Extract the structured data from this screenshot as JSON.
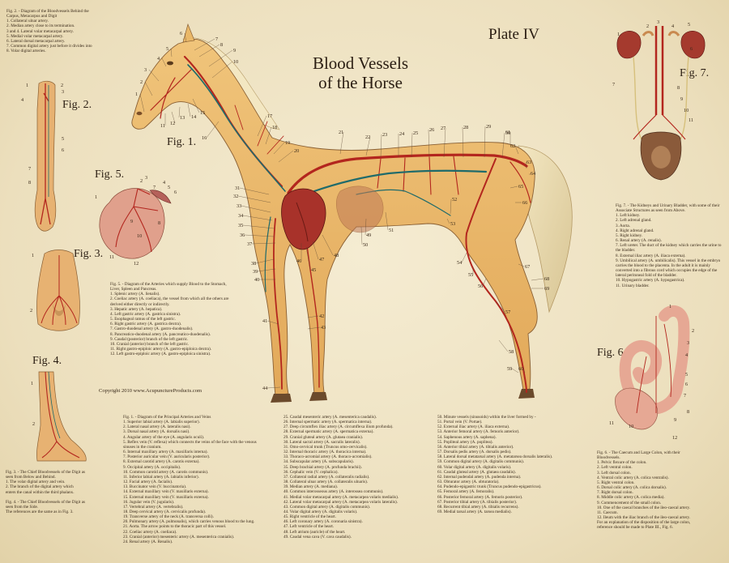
{
  "plate_label": "Plate IV",
  "title_line1": "Blood Vessels",
  "title_line2": "of the Horse",
  "copyright": "Copyright 2010 www.AcupunctureProducts.com",
  "figure_labels": {
    "fig1": "Fig. 1.",
    "fig2": "Fig. 2.",
    "fig3": "Fig. 3.",
    "fig4": "Fig. 4.",
    "fig5": "Fig. 5.",
    "fig6": "Fig. 6.",
    "fig7": "Fig. 7."
  },
  "fig2_caption": [
    "Fig. 2. - Diagram of the Bloodvessels Behind the",
    "Carpus, Metacarpus and Digit",
    "1. Collateral ulnar artery.",
    "2. Median artery close to its termination.",
    "3 and 4. Lateral volar metacarpal artery.",
    "5. Medial volar metacarpal artery.",
    "6. Lateral dorsal metacarpal artery.",
    "7. Common digital artery just before it divides into",
    "8. Volar digital arteries."
  ],
  "fig5_caption": [
    "Fig. 5. - Diagram of the Arteries which supply Blood to the Stomach,",
    "Liver, Spleen and Pancreas.",
    "1. Splenic artery (A. lienalis).",
    "2. Coeliac artery (A. coeliaca), the vessel from which all the others are",
    "derived either directly or indirectly.",
    "3. Hepatic artery (A. hepatica).",
    "4. Left gastric artery (A. gastrica sinistra).",
    "5. Esophageal ramus of the left gastric.",
    "6. Right gastric artery (A. gastrica dextra).",
    "7. Gastro-duodenal artery (A. gastro-duodenalis).",
    "8. Pancreatico-duodenal artery (A. pancreatico-duodenalis).",
    "9. Caudal (posterior) branch of the left gastric.",
    "10. Cranial (anterior) branch of the left gastric.",
    "11. Right gastro-epiploic artery (A. gastro-epiploica dextra).",
    "12. Left gastro-epiploic artery (A. gastro-epiploica sinistra)."
  ],
  "fig3_4_caption": [
    "Fig. 3. - The Chief Bloodvessels of the Digit as",
    "seen from Below and Behind.",
    "1. The volar digital artery and vein.",
    "2. The branch of the digital artery which",
    "enters the canal within the third phalanx.",
    "",
    "Fig. 4. - The Chief Bloodvessels of the Digit as",
    "seen from the Side.",
    "The references are the same as in Fig. 3."
  ],
  "fig1_caption_col1": [
    "Fig. 1. - Diagram of the Principal Arteries and Veins",
    "1. Superior labial artery (A. labialis superior).",
    "2. Lateral nasal artery (A. lateralis nasi).",
    "3. Dorsal nasal artery (A. dorsalis nasi).",
    "4. Angular artery of the eye (A. angularis oculi).",
    "5. Reflex vein (V. reflexa) which connects the veins of the face with the venous",
    "sinuses in the cranium.",
    "6. Internal maxillary artery (A. maxillaris interna).",
    "7. Posterior auricular vein (V. auricularis posterior).",
    "8. External carotid artery (A. carotis externa).",
    "9. Occipital artery (A. occipitalis).",
    "10. Common carotid artery (A. carotis communis).",
    "11. Inferior labial artery (A. labialis inferior).",
    "12. Facial artery (A. facialis).",
    "13. Buccinator vein (V. buccinatoria).",
    "14. External maxillary vein (V. maxillaris externa).",
    "15. External maxillary vein (V. maxillaris externa).",
    "16. Jugular vein (V. jugularis).",
    "17. Vertebral artery (A. vertebralis).",
    "18. Deep cervical artery (A. cervicalis profunda).",
    "19. Transverse artery of the neck (A. transversa colli).",
    "20. Pulmonary artery (A. pulmonalis), which carries venous blood to the lung.",
    "21. Aorta. The arrow points to the thoracic part of this vessel.",
    "22. Coeliac artery (A. coeliaca).",
    "23. Cranial (anterior) mesenteric artery (A. mesenterica cranialis).",
    "24. Renal artery (A. Renalis)."
  ],
  "fig1_caption_col2": [
    "25. Caudal mesenteric artery (A. mesenterica caudalis).",
    "26. Internal spermatic artery (A. spermatica interna).",
    "27. Deep circumflex iliac artery (A. circumflexa ilium profunda).",
    "28. External spermatic artery (A. spermatica externa).",
    "29. Cranial gluteal artery (A. glutaea cranialis).",
    "30. Lateral sacral artery (A. sacralis lateralis).",
    "31. Omo-cervical trunk (Truncus omo-cervicalis).",
    "32. Internal thoracic artery (A. thoracica interna).",
    "33. Thoraco-acromial artery (A. thoraco-acromialis).",
    "34. Subscapular artery (A. subscapularis).",
    "35. Deep brachial artery (A. profunda brachii).",
    "36. Cephalic vein (V. cephalica).",
    "37. Collateral radial artery (A. collateralis radialis).",
    "38. Collateral ulnar artery (A. collateralis ulnaris).",
    "39. Median artery (A. mediana).",
    "40. Common interosseous artery (A. interossea communis).",
    "41. Medial volar metacarpal artery (A. metacarpea volaris medialis).",
    "42. Lateral volar metacarpal artery (A. metacarpea volaris lateralis).",
    "43. Common digital artery (A. digitalis communis).",
    "44. Volar digital artery (A. digitalis volaris).",
    "45. Right ventricle of the heart.",
    "46. Left coronary artery (A. coronaria sinistra).",
    "47. Left ventricle of the heart.",
    "48. Left atrium (auricle) of the heart.",
    "49. Caudal vena cava (V. cava caudalis)."
  ],
  "fig1_caption_col3": [
    "50. Minute vessels (sinusoids) within the liver formed by -",
    "51. Portal vein (V. Portae).",
    "52. External iliac artery (A. iliaca externa).",
    "53. Anterior femoral artery (A. femoris anterior).",
    "54. Saphenous artery (A. saphena).",
    "55. Popliteal artery (A. poplitea).",
    "56. Anterior tibial artery (A. tibialis anterior).",
    "57. Dorsalis pedis artery (A. dorsalis pedis).",
    "58. Lateral dorsal metatarsal artery (A. metatarsea dorsalis lateralis).",
    "59. Common digital artery (A. digitalis communis).",
    "60. Volar digital artery (A. digitalis volaris).",
    "61. Caudal gluteal artery (A. glutaea caudalis).",
    "62. Internal pudendal artery (A. pudenda interna).",
    "63. Obturator artery (A. obturatoria).",
    "64. Pudendo-epigastric trunk (Truncus pudendo-epigastricus).",
    "65. Femoral artery (A. femoralis).",
    "66. Posterior femoral artery (A. femoris posterior).",
    "67. Posterior tibial artery (A. tibialis posterior).",
    "68. Recurrent tibial artery (A. tibialis recurrens).",
    "69. Medial tarsal artery (A. tarsea medialis)."
  ],
  "fig7_caption": [
    "Fig. 7. - The Kidneys and Urinary Bladder, with some of their",
    "Associate Structures as seen from Above.",
    "1. Left kidney.",
    "2. Left adrenal gland.",
    "3. Aorta.",
    "4. Right adrenal gland.",
    "5. Right kidney.",
    "6. Renal artery (A. renalis).",
    "7. Left ureter. The duct of the kidney which carries the urine to",
    "the bladder.",
    "8. External iliac artery (A. iliaca externa).",
    "9. Umbilical artery (A. umbilicalis). This vessel in the embryo",
    "carries the blood to the placenta. In the adult it is mainly",
    "converted into a fibrous cord which occupies the edge of the",
    "lateral peritoneal fold of the bladder.",
    "10. Hypogastric artery (A. hypogastrica).",
    "11. Urinary bladder."
  ],
  "fig6_caption": [
    "Fig. 6. - The Caecum and Large Colon, with their",
    "Bloodvessels.",
    "1. Pelvic flexure of the colon.",
    "2. Left ventral colon.",
    "3. Left dorsal colon.",
    "4. Ventral colic artery (A. colica ventralis).",
    "5. Right ventral colon.",
    "6. Dorsal colic artery (A. colica dorsalis).",
    "7. Right dorsal colon.",
    "8. Middle colic artery (A. colica media).",
    "9. Commencement of the small colon.",
    "10. One of the caecal branches of the ileo-caecal artery.",
    "11. Caecum.",
    "12. Ileum with the iliac branch of the ileo-caecal artery.",
    "For an explanation of the disposition of the large colon,",
    "reference should be made to Plate III., Fig. 6."
  ],
  "horse_leader_numbers": [
    "1",
    "2",
    "3",
    "4",
    "5",
    "6",
    "7",
    "8",
    "9",
    "10",
    "11",
    "12",
    "13",
    "14",
    "15",
    "16",
    "17",
    "18",
    "19",
    "20",
    "21",
    "22",
    "23",
    "24",
    "25",
    "26",
    "27",
    "28",
    "29",
    "30",
    "31",
    "32",
    "33",
    "34",
    "35",
    "36",
    "37",
    "38",
    "39",
    "40",
    "41",
    "42",
    "43",
    "44",
    "45",
    "46",
    "47",
    "48",
    "49",
    "50",
    "51",
    "52",
    "53",
    "54",
    "55",
    "56",
    "57",
    "58",
    "59",
    "60",
    "61",
    "62",
    "63",
    "64",
    "65",
    "66",
    "67",
    "68",
    "69"
  ],
  "fig2_numbers": [
    "1",
    "2",
    "3",
    "4",
    "5",
    "6",
    "7",
    "8"
  ],
  "fig3_numbers": [
    "1",
    "2"
  ],
  "fig4_numbers": [
    "1",
    "2"
  ],
  "fig5_numbers": [
    "1",
    "2",
    "3",
    "4",
    "5",
    "6",
    "7",
    "8",
    "9",
    "10",
    "11",
    "12"
  ],
  "fig6_numbers": [
    "1",
    "2",
    "3",
    "4",
    "5",
    "6",
    "7",
    "8",
    "9",
    "10",
    "11",
    "12"
  ],
  "fig7_numbers": [
    "1",
    "2",
    "3",
    "4",
    "5",
    "6",
    "7",
    "8",
    "9",
    "10",
    "11"
  ],
  "colors": {
    "artery": "#b3261e",
    "vein": "#1f6b6b",
    "horse": "#eab868",
    "organ": "#d79a8a",
    "paper": "#efe4c4"
  }
}
